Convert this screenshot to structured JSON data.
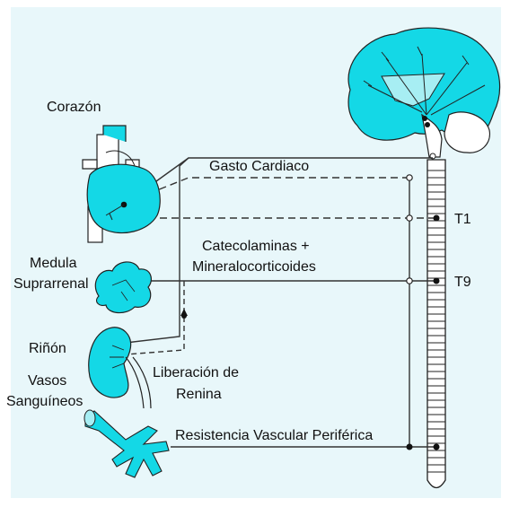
{
  "labels": {
    "corazon": "Corazón",
    "gasto": "Gasto Cardiaco",
    "t1": "T1",
    "catecolaminas_1": "Catecolaminas +",
    "catecolaminas_2": "Mineralocorticoides",
    "medula_1": "Medula",
    "medula_2": "Suprarrenal",
    "t9": "T9",
    "rinon": "Riñón",
    "vasos_1": "Vasos",
    "vasos_2": "Sanguíneos",
    "renina_1": "Liberación de",
    "renina_2": "Renina",
    "resistencia": "Resistencia Vascular Periférica"
  },
  "colors": {
    "background": "#e8f7fa",
    "organ": "#14d8e6",
    "organ_light": "#a7eef3",
    "stroke": "#222222",
    "line": "#333333"
  }
}
